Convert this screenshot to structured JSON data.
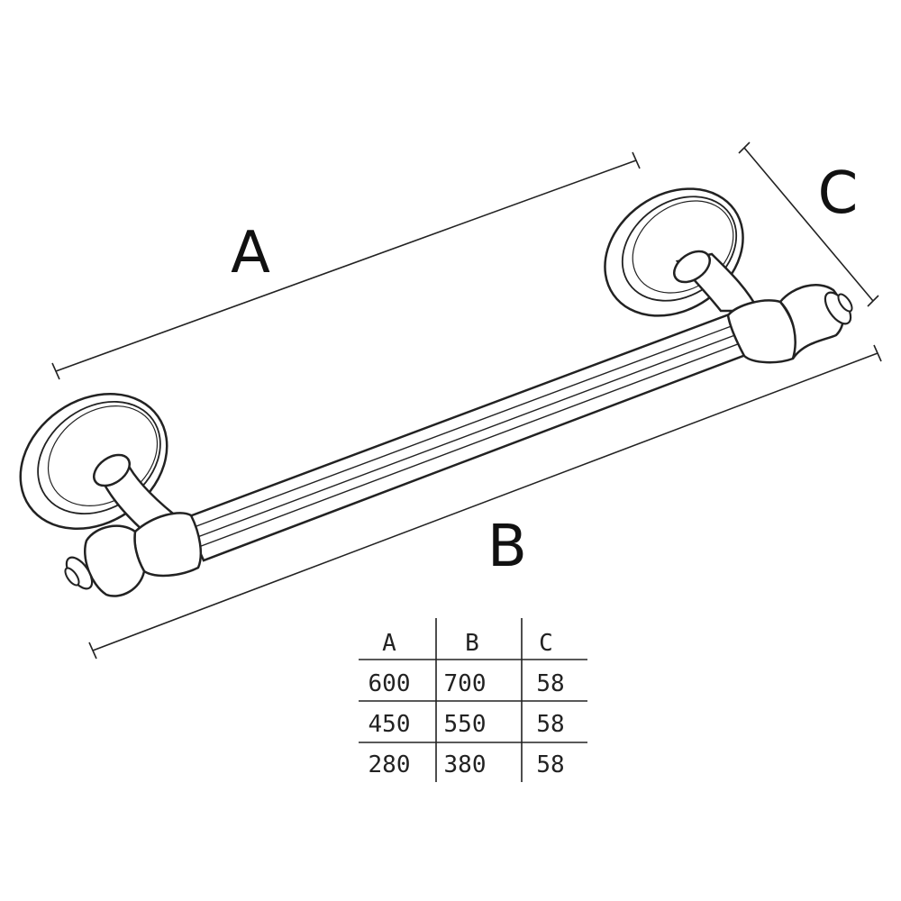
{
  "dimensions": {
    "a_label": "A",
    "b_label": "B",
    "c_label": "C"
  },
  "table": {
    "headers": [
      "A",
      "B",
      "C"
    ],
    "rows": [
      [
        "600",
        "700",
        "58"
      ],
      [
        "450",
        "550",
        "58"
      ],
      [
        "280",
        "380",
        "58"
      ]
    ]
  },
  "colors": {
    "line": "#222222",
    "background": "#ffffff"
  }
}
